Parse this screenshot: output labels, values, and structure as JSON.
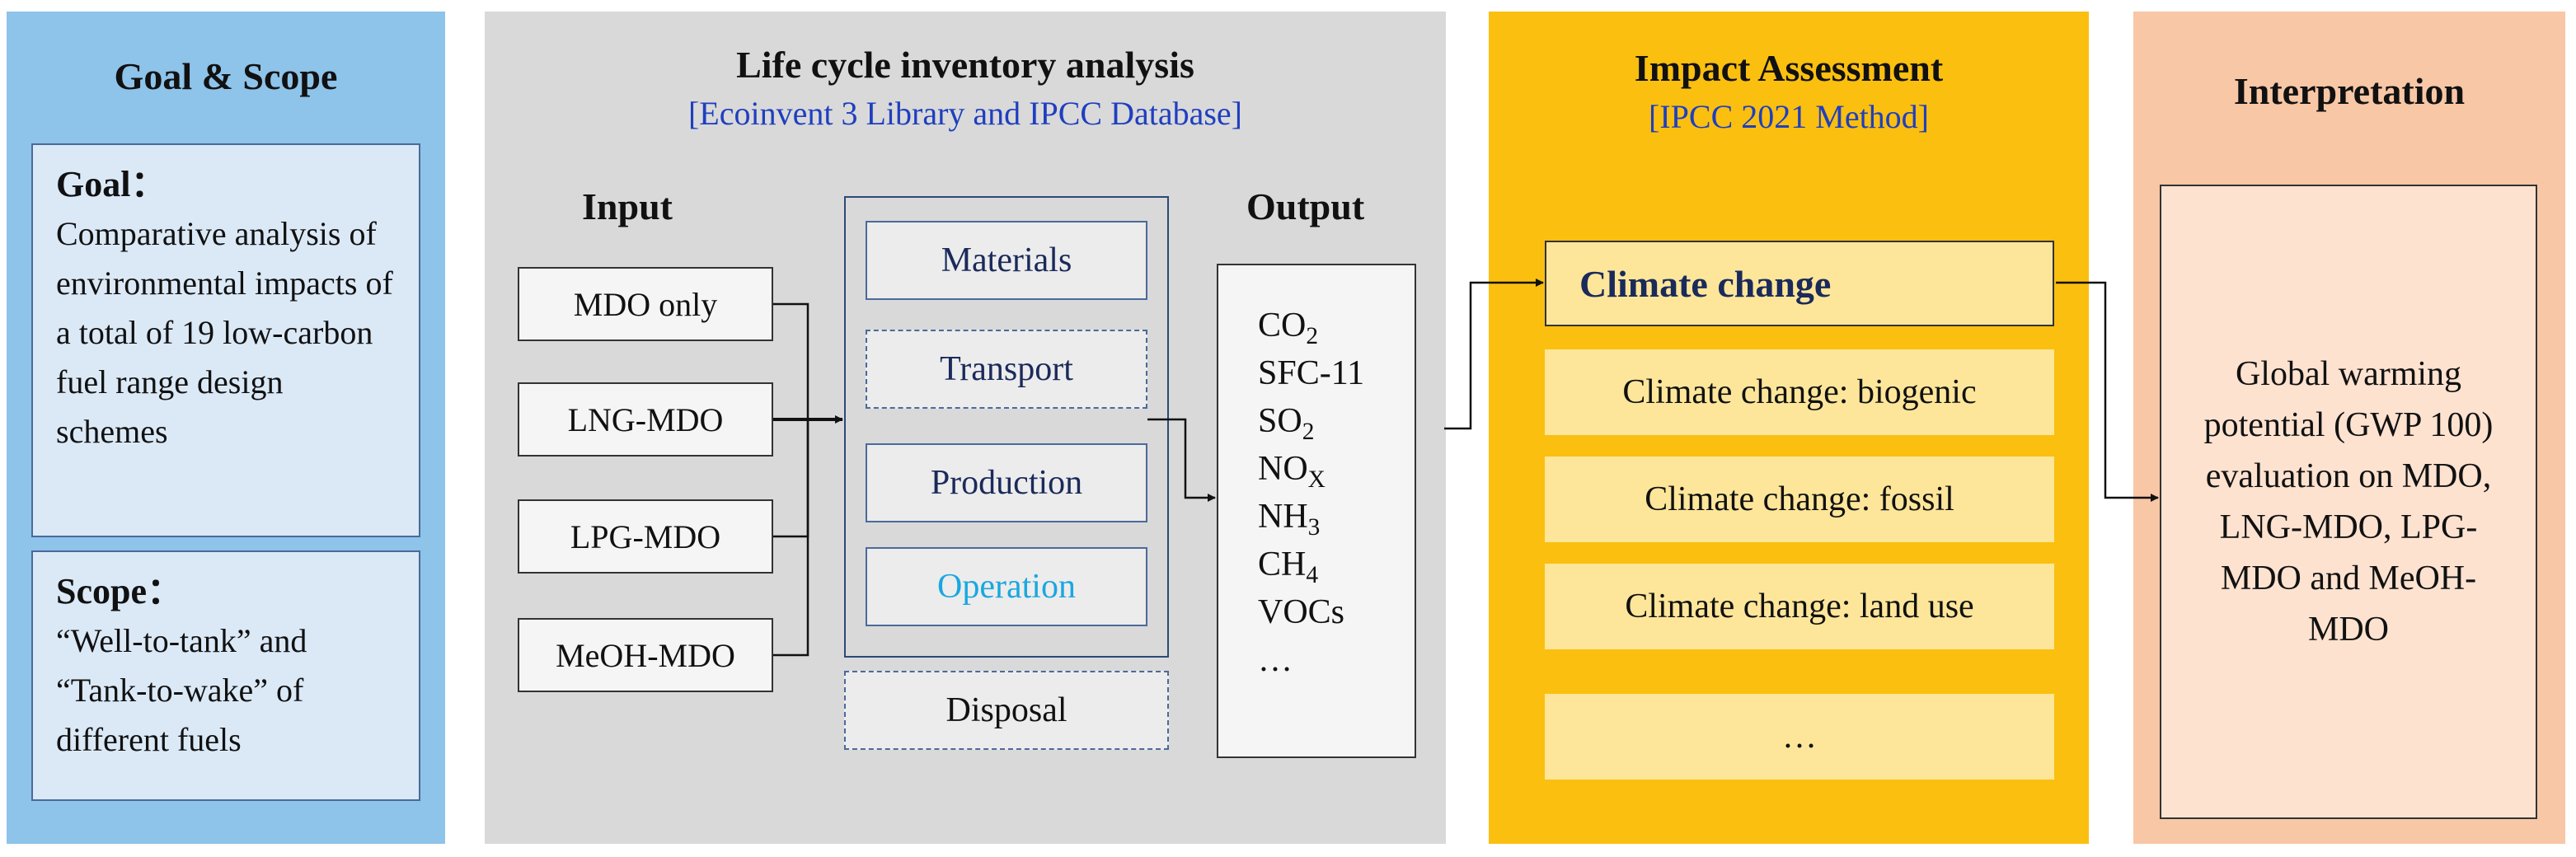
{
  "goal_scope": {
    "title": "Goal & Scope",
    "goal_head": "Goal：",
    "goal_text": "Comparative analysis of environmental impacts of a total of 19 low-carbon fuel range design schemes",
    "scope_head": "Scope：",
    "scope_text": "“Well-to-tank” and “Tank-to-wake” of different fuels"
  },
  "lci": {
    "title": "Life cycle inventory analysis",
    "subtitle": "[Ecoinvent 3 Library and IPCC Database]",
    "input_label": "Input",
    "output_label": "Output",
    "inputs": [
      "MDO only",
      "LNG-MDO",
      "LPG-MDO",
      "MeOH-MDO"
    ],
    "stages": [
      "Materials",
      "Transport",
      "Production",
      "Operation"
    ],
    "disposal": "Disposal",
    "outputs": [
      {
        "base": "CO",
        "sub": "2"
      },
      {
        "base": "SFC-11",
        "sub": ""
      },
      {
        "base": "SO",
        "sub": "2"
      },
      {
        "base": "NO",
        "sub": "X"
      },
      {
        "base": "NH",
        "sub": "3"
      },
      {
        "base": "CH",
        "sub": "4"
      },
      {
        "base": "VOCs",
        "sub": ""
      },
      {
        "base": "…",
        "sub": ""
      }
    ]
  },
  "impact": {
    "title": "Impact Assessment",
    "subtitle": "[IPCC 2021 Method]",
    "main": "Climate change",
    "items": [
      "Climate change: biogenic",
      "Climate change: fossil",
      "Climate change: land use",
      "…"
    ]
  },
  "interp": {
    "title": "Interpretation",
    "text": "Global warming potential (GWP 100) evaluation on MDO, LNG-MDO, LPG-MDO and MeOH-MDO"
  },
  "colors": {
    "goal_panel": "#8ec3ea",
    "lci_panel": "#d9d9d9",
    "impact_panel": "#fbbf0f",
    "interp_panel": "#f8c7a6",
    "subtitle_blue": "#1f3fbf",
    "operation_cyan": "#1aa7e0"
  }
}
